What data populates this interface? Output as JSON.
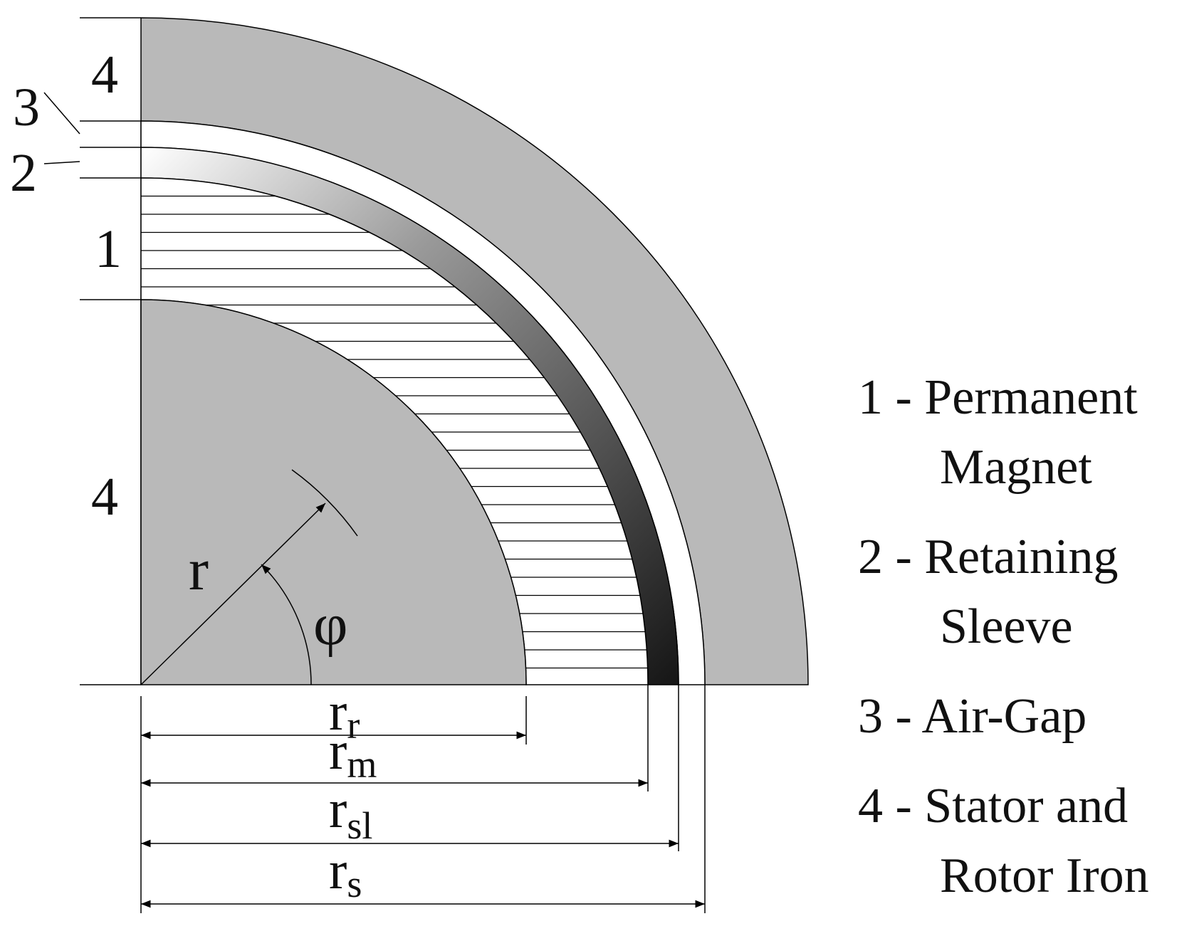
{
  "diagram": {
    "side_labels": {
      "stator_outer": "4",
      "air_gap": "3",
      "sleeve": "2",
      "magnet": "1",
      "rotor": "4"
    },
    "radius_label": "r",
    "angle_label": "φ",
    "dimensions": [
      {
        "symbol": "r",
        "subscript": "r"
      },
      {
        "symbol": "r",
        "subscript": "m"
      },
      {
        "symbol": "r",
        "subscript": "sl"
      },
      {
        "symbol": "r",
        "subscript": "s"
      }
    ],
    "colors": {
      "iron": "#b9b9b9",
      "sleeve_dark": "#1a1a1a",
      "sleeve_light": "#ffffff",
      "line": "#000000"
    }
  },
  "legend": [
    {
      "line1": "1 - Permanent",
      "line2": "Magnet"
    },
    {
      "line1": "2 - Retaining",
      "line2": "Sleeve"
    },
    {
      "line1": "3 - Air-Gap",
      "line2": ""
    },
    {
      "line1": "4 - Stator and",
      "line2": "Rotor Iron"
    }
  ]
}
